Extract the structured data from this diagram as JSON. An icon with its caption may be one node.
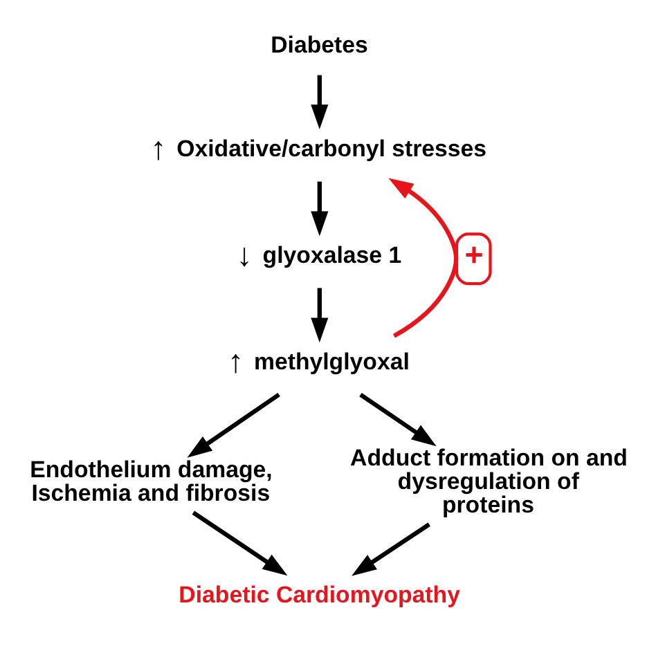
{
  "diagram": {
    "nodes": [
      {
        "text": [
          "Diabetes"
        ]
      },
      {
        "text": [
          "Oxidative/carbonyl stresses"
        ],
        "beside": [
          "↑"
        ]
      },
      {
        "text": [
          "glyoxalase 1"
        ],
        "beside": [
          "↓"
        ]
      },
      {
        "text": [
          "methylglyoxal"
        ],
        "beside": [
          "↑"
        ]
      },
      {
        "text": [
          "Endothelium damage, Ischemia and fibrosis"
        ]
      },
      {
        "text": [
          "Adduct formation on and dysregulation of proteins"
        ]
      },
      {
        "text": [
          "Diabetic Cardiomyopathy"
        ]
      }
    ],
    "edges": [
      {
        "from": 0,
        "to": 1,
        "arrow": "to"
      },
      {
        "from": 1,
        "to": 2,
        "arrow": "to"
      },
      {
        "from": 2,
        "to": 3,
        "arrow": "to"
      },
      {
        "from": 3,
        "to": 4,
        "arrow": "to"
      },
      {
        "from": 3,
        "to": 5,
        "arrow": "to"
      },
      {
        "from": 4,
        "to": 6,
        "arrow": "to"
      },
      {
        "from": 5,
        "to": 6,
        "arrow": "to"
      },
      {
        "from": 3,
        "to": 1,
        "arrow": "to",
        "label": "+",
        "color": "#e8141b"
      }
    ]
  }
}
